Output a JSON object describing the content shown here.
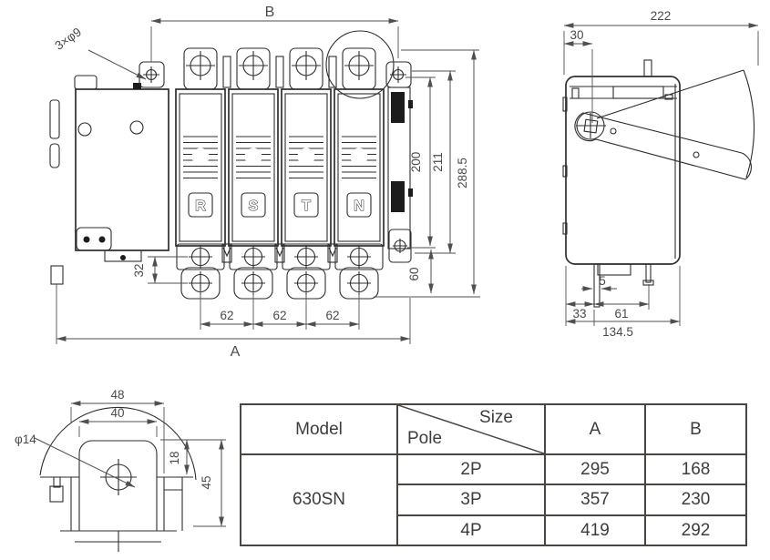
{
  "front": {
    "dim_b": "B",
    "holes_label": "3×φ9",
    "poles": [
      "R",
      "S",
      "T",
      "N"
    ],
    "dim_200": "200",
    "dim_211": "211",
    "dim_288_5": "288.5",
    "dim_60": "60",
    "dim_32": "32",
    "dim_62_a": "62",
    "dim_62_b": "62",
    "dim_62_c": "62",
    "dim_a": "A"
  },
  "side": {
    "dim_222": "222",
    "dim_30": "30",
    "dim_5": "5",
    "dim_33": "33",
    "dim_61": "61",
    "dim_134_5": "134.5"
  },
  "detail": {
    "dim_48": "48",
    "dim_40": "40",
    "hole_label": "φ14",
    "dim_18": "18",
    "dim_45": "45"
  },
  "table": {
    "header": {
      "model": "Model",
      "size": "Size",
      "pole": "Pole",
      "col_a": "A",
      "col_b": "B"
    },
    "model_value": "630SN",
    "rows": [
      {
        "pole": "2P",
        "a": "295",
        "b": "168"
      },
      {
        "pole": "3P",
        "a": "357",
        "b": "230"
      },
      {
        "pole": "4P",
        "a": "419",
        "b": "292"
      }
    ]
  },
  "colors": {
    "line": "#2e2e2e",
    "dimension": "#4f4f4f",
    "table_border": "#4a4541",
    "text": "#3d3d3d",
    "background": "#ffffff"
  }
}
